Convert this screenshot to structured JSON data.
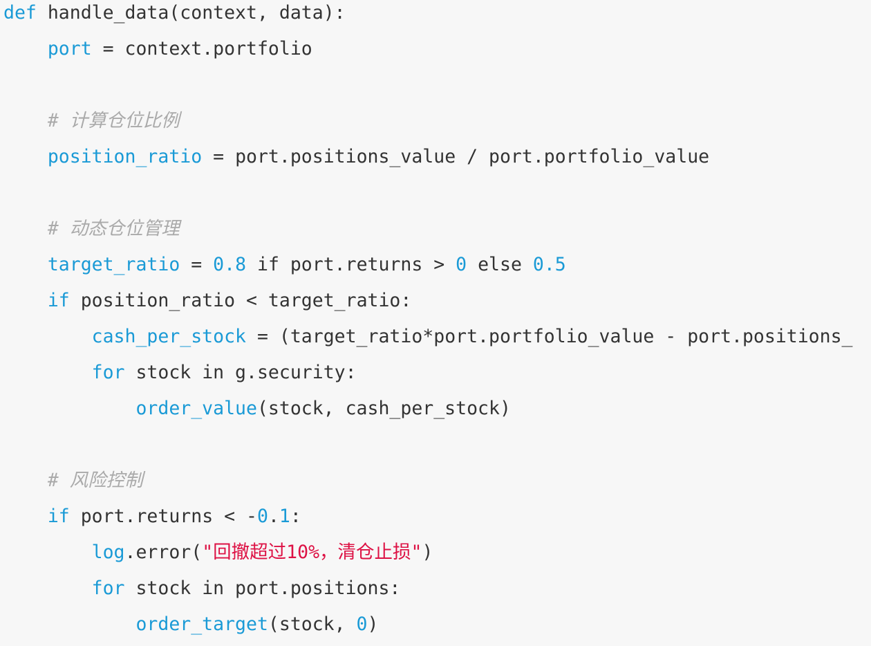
{
  "colors": {
    "keyword": "#1a9ad6",
    "text": "#333333",
    "comment": "#aaaaaa",
    "string": "#dd1144",
    "background": "#f7f7f7"
  },
  "code": {
    "lines": [
      {
        "indent": 0,
        "tokens": [
          [
            "k",
            "def"
          ],
          [
            "t",
            " handle_data(context, data):"
          ]
        ]
      },
      {
        "indent": 1,
        "tokens": [
          [
            "k",
            "port"
          ],
          [
            "t",
            " = context.portfolio"
          ]
        ]
      },
      {
        "indent": 0,
        "tokens": []
      },
      {
        "indent": 1,
        "tokens": [
          [
            "c",
            "# 计算仓位比例"
          ]
        ]
      },
      {
        "indent": 1,
        "tokens": [
          [
            "k",
            "position_ratio"
          ],
          [
            "t",
            " = port.positions_value / port.portfolio_value"
          ]
        ]
      },
      {
        "indent": 0,
        "tokens": []
      },
      {
        "indent": 1,
        "tokens": [
          [
            "c",
            "# 动态仓位管理"
          ]
        ]
      },
      {
        "indent": 1,
        "tokens": [
          [
            "k",
            "target_ratio"
          ],
          [
            "t",
            " = "
          ],
          [
            "k",
            "0.8"
          ],
          [
            "t",
            " if port.returns > "
          ],
          [
            "k",
            "0"
          ],
          [
            "t",
            " else "
          ],
          [
            "k",
            "0.5"
          ]
        ]
      },
      {
        "indent": 1,
        "tokens": [
          [
            "k",
            "if"
          ],
          [
            "t",
            " position_ratio < target_ratio:"
          ]
        ]
      },
      {
        "indent": 2,
        "tokens": [
          [
            "k",
            "cash_per_stock"
          ],
          [
            "t",
            " = (target_ratio*port.portfolio_value - port.positions_"
          ]
        ]
      },
      {
        "indent": 2,
        "tokens": [
          [
            "k",
            "for"
          ],
          [
            "t",
            " stock in g.security:"
          ]
        ]
      },
      {
        "indent": 3,
        "tokens": [
          [
            "k",
            "order_value"
          ],
          [
            "t",
            "(stock, cash_per_stock)"
          ]
        ]
      },
      {
        "indent": 0,
        "tokens": []
      },
      {
        "indent": 1,
        "tokens": [
          [
            "c",
            "# 风险控制"
          ]
        ]
      },
      {
        "indent": 1,
        "tokens": [
          [
            "k",
            "if"
          ],
          [
            "t",
            " port.returns < -"
          ],
          [
            "k",
            "0"
          ],
          [
            "t",
            "."
          ],
          [
            "k",
            "1"
          ],
          [
            "t",
            ":"
          ]
        ]
      },
      {
        "indent": 2,
        "tokens": [
          [
            "k",
            "log"
          ],
          [
            "t",
            ".error("
          ],
          [
            "s",
            "\"回撤超过10%，清仓止损\""
          ],
          [
            "t",
            ")"
          ]
        ]
      },
      {
        "indent": 2,
        "tokens": [
          [
            "k",
            "for"
          ],
          [
            "t",
            " stock in port.positions:"
          ]
        ]
      },
      {
        "indent": 3,
        "tokens": [
          [
            "k",
            "order_target"
          ],
          [
            "t",
            "(stock, "
          ],
          [
            "k",
            "0"
          ],
          [
            "t",
            ")"
          ]
        ]
      }
    ]
  }
}
